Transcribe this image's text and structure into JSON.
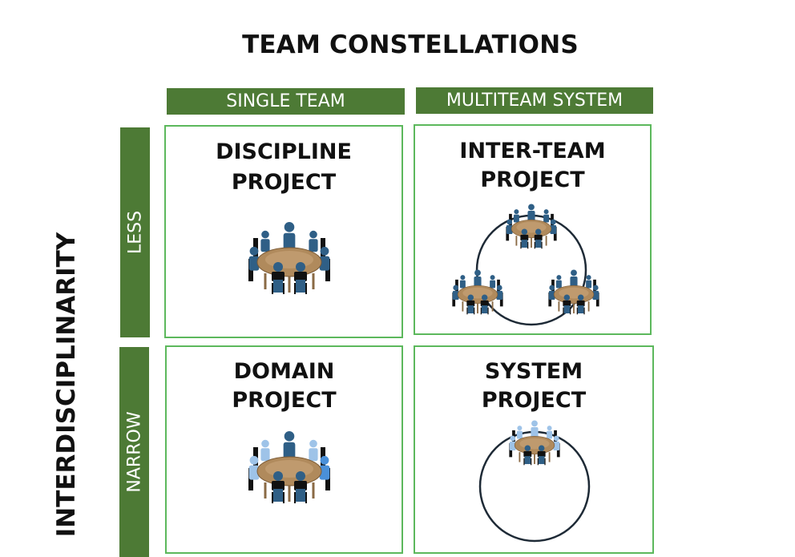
{
  "title": "TEAM CONSTELLATIONS",
  "columns": [
    "SINGLE TEAM",
    "MULTITEAM SYSTEM"
  ],
  "rows": [
    "LESS",
    "NARROW"
  ],
  "axis_label": "INTERDISCIPLINARITY",
  "cells": [
    {
      "line1": "DISCIPLINE",
      "line2": "PROJECT"
    },
    {
      "line1": "INTER-TEAM",
      "line2": "PROJECT"
    },
    {
      "line1": "DOMAIN",
      "line2": "PROJECT"
    },
    {
      "line1": "SYSTEM",
      "line2": "PROJECT"
    }
  ],
  "colors": {
    "header_green": "#4d7a35",
    "border_green": "#5cb85c",
    "person_dark": "#2f5f86",
    "person_light": "#9ec3e8",
    "person_blue": "#4a90d9",
    "table_wood": "#b08a5c"
  },
  "icons": [
    "team-table-icon",
    "connection-circle-icon"
  ]
}
